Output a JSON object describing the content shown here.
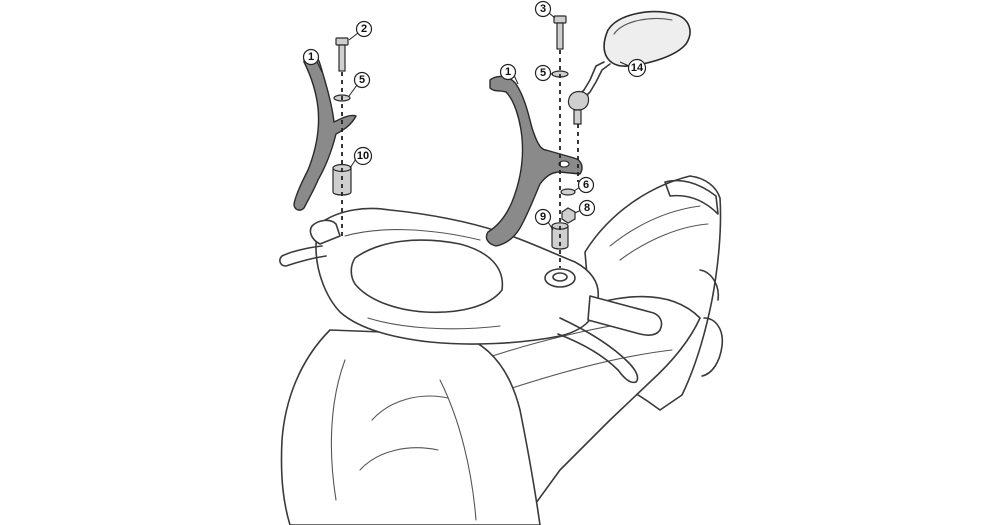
{
  "callouts": [
    {
      "id": "c1a",
      "label": "1"
    },
    {
      "id": "c1b",
      "label": "1"
    },
    {
      "id": "c2",
      "label": "2"
    },
    {
      "id": "c3",
      "label": "3"
    },
    {
      "id": "c5a",
      "label": "5"
    },
    {
      "id": "c5b",
      "label": "5"
    },
    {
      "id": "c6",
      "label": "6"
    },
    {
      "id": "c8",
      "label": "8"
    },
    {
      "id": "c9",
      "label": "9"
    },
    {
      "id": "c10",
      "label": "10"
    },
    {
      "id": "c14",
      "label": "14"
    }
  ],
  "colors": {
    "line": "#3a3a3a",
    "bracket": "#8a8a8a",
    "background": "#ffffff"
  },
  "icons": {
    "bracket": "mounting-bracket-icon",
    "bolt": "bolt-icon",
    "washer": "washer-icon",
    "spacer": "spacer-icon",
    "nut": "nut-icon",
    "mirror": "mirror-icon"
  }
}
